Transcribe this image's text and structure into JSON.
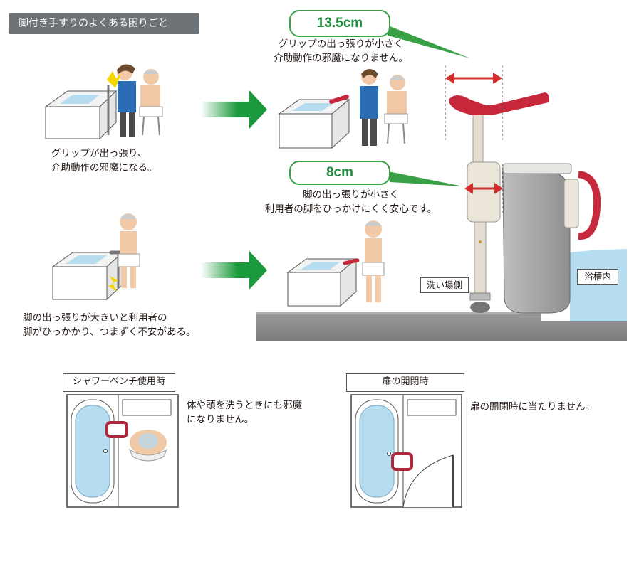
{
  "header": {
    "title": "脚付き手すりのよくある困りごと"
  },
  "before": {
    "grip_caption": "グリップが出っ張り、\n介助動作の邪魔になる。",
    "leg_caption": "脚の出っ張りが大きいと利用者の\n脚がひっかかり、つまずく不安がある。"
  },
  "after": {
    "grip_size": "13.5cm",
    "grip_caption": "グリップの出っ張りが小さく\n介助動作の邪魔になりません。",
    "leg_size": "8cm",
    "leg_caption": "脚の出っ張りが小さく\n利用者の脚をひっかけにくく安心です。"
  },
  "diagram": {
    "wash_side_label": "洗い場側",
    "tub_inside_label": "浴槽内"
  },
  "plans": [
    {
      "label": "シャワーベンチ使用時",
      "caption": "体や頭を洗うときにも邪魔\nになりません。"
    },
    {
      "label": "扉の開閉時",
      "caption": "扉の開閉時に当たりません。"
    }
  ],
  "colors": {
    "accent_red": "#c8283c",
    "callout_green": "#1f8b3c",
    "arrow_green": "#1a9a3c",
    "water_blue": "#b6dcef",
    "tab_gray": "#6e7377"
  }
}
